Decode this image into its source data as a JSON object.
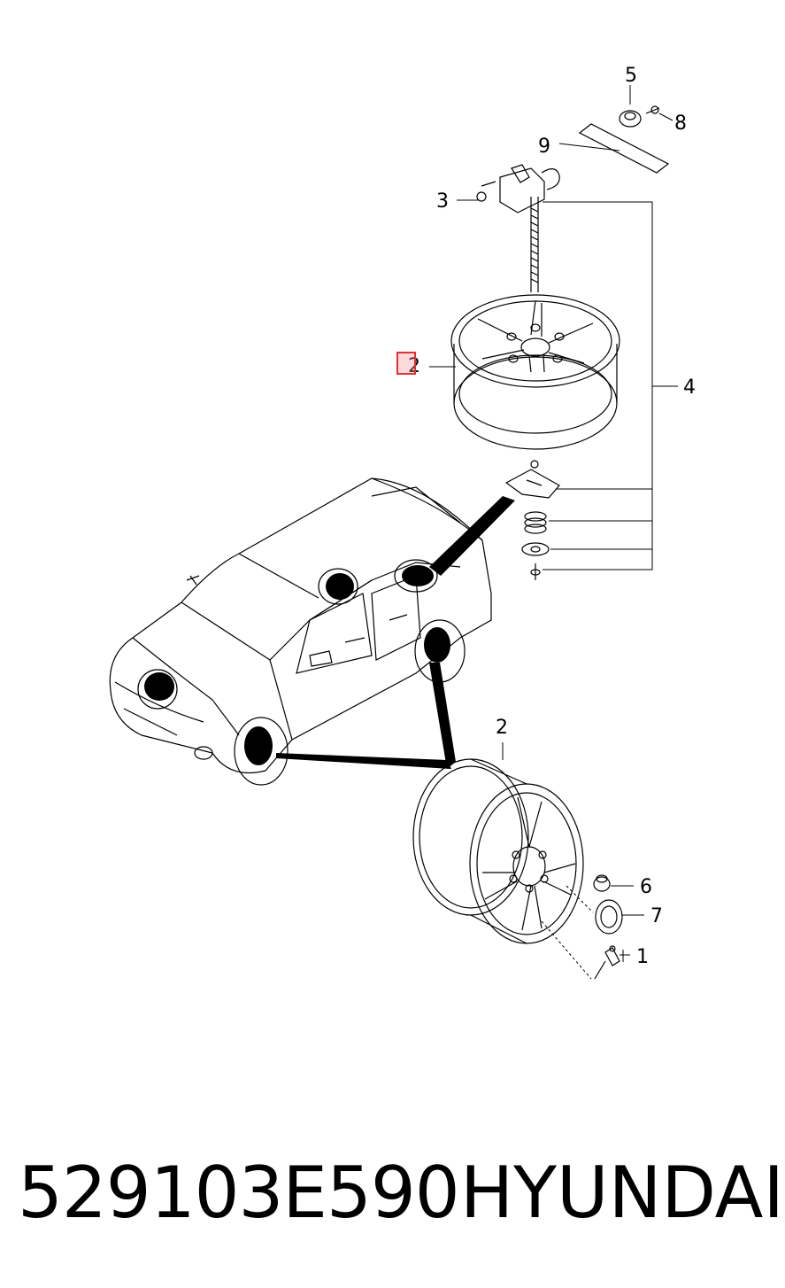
{
  "callouts": {
    "c1": "1",
    "c2_top": "2",
    "c2_bottom": "2",
    "c3": "3",
    "c4": "4",
    "c5": "5",
    "c6": "6",
    "c7": "7",
    "c8": "8",
    "c9": "9"
  },
  "footer": {
    "part_number": "529103E590",
    "brand": "HYUNDAI"
  },
  "colors": {
    "highlight": "#e03030"
  }
}
